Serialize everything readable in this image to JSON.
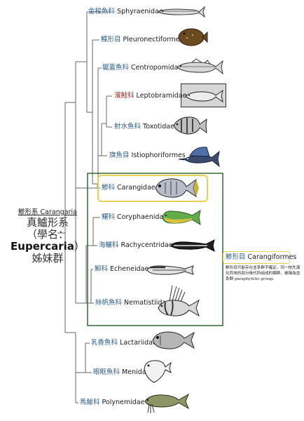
{
  "root_clade": {
    "line1": "鰺形系 Carangaria",
    "line2": "真鱸形系",
    "line3_prefix": "（學名：",
    "line3_latin": "Eupercaria",
    "line3_suffix": "）",
    "line4": "姊妹群"
  },
  "taxa": [
    {
      "cn": "金梭魚科",
      "latin": "Sphyraenidae",
      "fish": "barracuda"
    },
    {
      "cn": "鰈形目",
      "latin": "Pleuronectiformes",
      "fish": "flatfish"
    },
    {
      "cn": "鋸蓋魚科",
      "latin": "Centropomidae",
      "fish": "snook"
    },
    {
      "cn": "濱鮭科",
      "latin": "Leptobramidae",
      "fish": "beachsalmon"
    },
    {
      "cn": "射水魚科",
      "latin": "Toxotidae",
      "fish": "archerfish"
    },
    {
      "cn": "旗魚目",
      "latin": "Istiophoriformes",
      "fish": "sailfish"
    },
    {
      "cn": "鰺科",
      "latin": "Carangidae",
      "fish": "jack"
    },
    {
      "cn": "鱰科",
      "latin": "Coryphaenidae",
      "fish": "dolphinfish"
    },
    {
      "cn": "海鱺科",
      "latin": "Rachycentridae",
      "fish": "cobia"
    },
    {
      "cn": "鮣科",
      "latin": "Echeneidae",
      "fish": "remora"
    },
    {
      "cn": "絲帆魚科",
      "latin": "Nematistiidae",
      "fish": "roosterfish"
    },
    {
      "cn": "乳香魚科",
      "latin": "Lactariidae",
      "fish": "falsetrevally"
    },
    {
      "cn": "眼眶魚科",
      "latin": "Menidae",
      "fish": "moonfish"
    },
    {
      "cn": "馬鮁科",
      "latin": "Polynemidae",
      "fish": "threadfin"
    }
  ],
  "order_label": {
    "cn": "鰺形目",
    "latin": "Carangiformes"
  },
  "order_note": "鰺形目可能存在並系群不確定，同一枝先演化而來的部分後代所組成的類群，被稱為並系群-paraphyletic group。",
  "colors": {
    "line": "#666666",
    "green_box": "#2e6b2e",
    "highlight": "#e8cf54",
    "chinese_blue": "#2f5f8a",
    "chinese_red": "#a33025"
  }
}
